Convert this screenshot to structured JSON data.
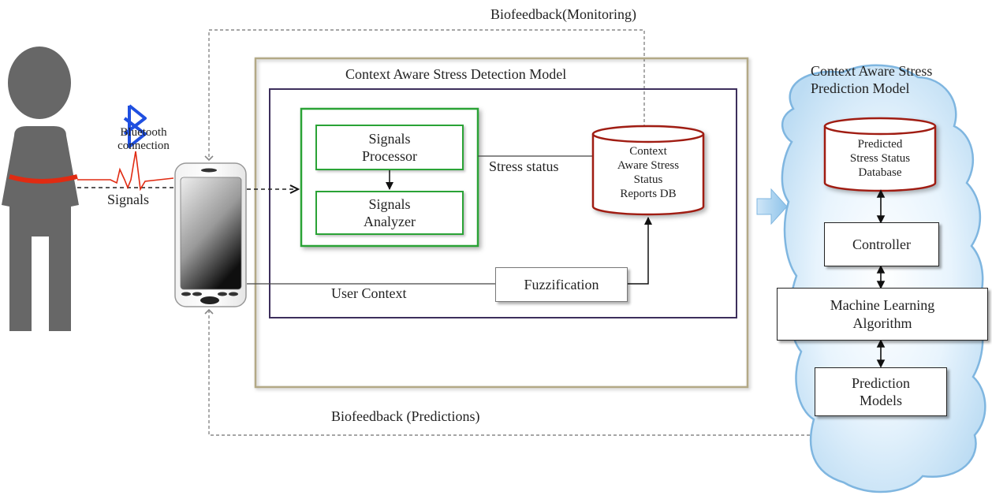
{
  "colors": {
    "outer_model_border": "#b3a986",
    "inner_model_border": "#3d2f5c",
    "processing_border": "#2aa336",
    "db_border": "#a01c12",
    "belt": "#e02b12",
    "ecg": "#e02b12",
    "bluetooth": "#1f4fe0",
    "person": "#676767",
    "cloud_fill": "#d6ecfa",
    "cloud_stroke": "#7fb6e0"
  },
  "icons": {
    "person": "person-silhouette-icon",
    "bluetooth": "bluetooth-icon",
    "phone": "smartphone-icon",
    "ecg": "ecg-waveform-icon",
    "cloud": "cloud-icon"
  },
  "labels": {
    "biofeedback_monitoring": "Biofeedback(Monitoring)",
    "biofeedback_predictions": "Biofeedback (Predictions)",
    "bluetooth_line1": "Bluetooth",
    "bluetooth_line2": "connection",
    "signals": "Signals",
    "stress_status": "Stress status",
    "user_context": "User Context",
    "detection_model_title": "Context Aware Stress Detection Model",
    "prediction_model_title_line1": "Context Aware Stress",
    "prediction_model_title_line2": "Prediction Model"
  },
  "detection": {
    "processor_line1": "Signals",
    "processor_line2": "Processor",
    "analyzer_line1": "Signals",
    "analyzer_line2": "Analyzer",
    "fuzzification": "Fuzzification",
    "db_lines": [
      "Context",
      "Aware Stress",
      "Status",
      "Reports DB"
    ]
  },
  "prediction": {
    "db_lines": [
      "Predicted",
      "Stress Status",
      "Database"
    ],
    "controller": "Controller",
    "ml_line1": "Machine Learning",
    "ml_line2": "Algorithm",
    "models_line1": "Prediction",
    "models_line2": "Models"
  }
}
